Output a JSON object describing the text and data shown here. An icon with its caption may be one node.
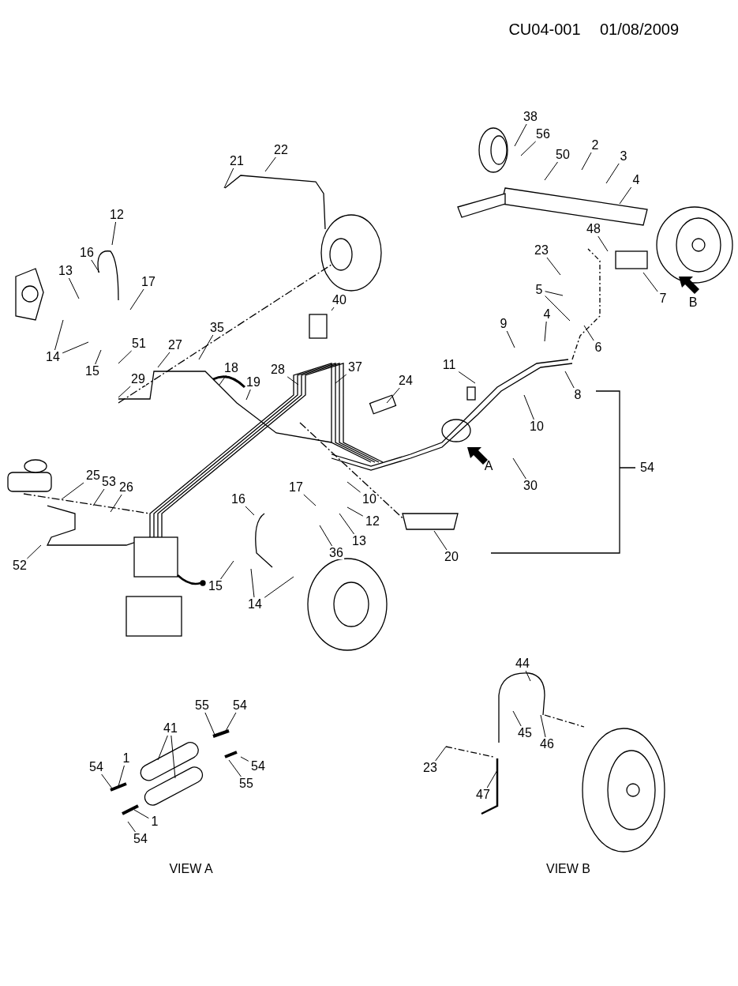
{
  "diagram": {
    "nodes": [
      {
        "text": [
          "38"
        ]
      },
      {
        "text": [
          "56"
        ]
      },
      {
        "text": [
          "50"
        ]
      },
      {
        "text": [
          "2"
        ]
      },
      {
        "text": [
          "3"
        ]
      },
      {
        "text": [
          "4"
        ]
      },
      {
        "text": [
          "21"
        ]
      },
      {
        "text": [
          "22"
        ]
      },
      {
        "text": [
          "12"
        ]
      },
      {
        "text": [
          "16"
        ]
      },
      {
        "text": [
          "13"
        ]
      },
      {
        "text": [
          "17"
        ]
      },
      {
        "text": [
          "14"
        ]
      },
      {
        "text": [
          "15"
        ]
      },
      {
        "text": [
          "51"
        ]
      },
      {
        "text": [
          "27"
        ]
      },
      {
        "text": [
          "35"
        ]
      },
      {
        "text": [
          "29"
        ]
      },
      {
        "text": [
          "18"
        ]
      },
      {
        "text": [
          "19"
        ]
      },
      {
        "text": [
          "40"
        ]
      },
      {
        "text": [
          "28"
        ]
      },
      {
        "text": [
          "37"
        ]
      },
      {
        "text": [
          "24"
        ]
      },
      {
        "text": [
          "48"
        ]
      },
      {
        "text": [
          "23"
        ]
      },
      {
        "text": [
          "5"
        ]
      },
      {
        "text": [
          "9"
        ]
      },
      {
        "text": [
          "4"
        ]
      },
      {
        "text": [
          "6"
        ]
      },
      {
        "text": [
          "7"
        ]
      },
      {
        "text": [
          "11"
        ]
      },
      {
        "text": [
          "8"
        ]
      },
      {
        "text": [
          "10"
        ]
      },
      {
        "text": [
          "30"
        ]
      },
      {
        "text": [
          "10"
        ]
      },
      {
        "text": [
          "17"
        ]
      },
      {
        "text": [
          "12"
        ]
      },
      {
        "text": [
          "13"
        ]
      },
      {
        "text": [
          "36"
        ]
      },
      {
        "text": [
          "16"
        ]
      },
      {
        "text": [
          "20"
        ]
      },
      {
        "text": [
          "25"
        ]
      },
      {
        "text": [
          "53"
        ]
      },
      {
        "text": [
          "26"
        ]
      },
      {
        "text": [
          "52"
        ]
      },
      {
        "text": [
          "15"
        ]
      },
      {
        "text": [
          "14"
        ]
      },
      {
        "text": [
          "44"
        ]
      },
      {
        "text": [
          "45"
        ]
      },
      {
        "text": [
          "46"
        ]
      },
      {
        "text": [
          "23"
        ]
      },
      {
        "text": [
          "47"
        ]
      },
      {
        "text": [
          "55"
        ]
      },
      {
        "text": [
          "54"
        ]
      },
      {
        "text": [
          "41"
        ]
      },
      {
        "text": [
          "1"
        ]
      },
      {
        "text": [
          "54"
        ]
      },
      {
        "text": [
          "54"
        ]
      },
      {
        "text": [
          "55"
        ]
      },
      {
        "text": [
          "1"
        ]
      },
      {
        "text": [
          "54"
        ]
      }
    ],
    "edges": [
      {
        "from": 0,
        "to": null,
        "arrow": "none"
      },
      {
        "from": 1,
        "to": null,
        "arrow": "none"
      },
      {
        "from": 2,
        "to": null,
        "arrow": "none"
      },
      {
        "from": 3,
        "to": null,
        "arrow": "none"
      },
      {
        "from": 4,
        "to": null,
        "arrow": "none"
      },
      {
        "from": 5,
        "to": null,
        "arrow": "none"
      },
      {
        "from": 6,
        "to": null,
        "arrow": "none"
      },
      {
        "from": 7,
        "to": null,
        "arrow": "none"
      },
      {
        "from": 8,
        "to": null,
        "arrow": "none"
      },
      {
        "from": 9,
        "to": null,
        "arrow": "none"
      },
      {
        "from": 10,
        "to": null,
        "arrow": "none"
      },
      {
        "from": 11,
        "to": null,
        "arrow": "none"
      },
      {
        "from": 12,
        "to": null,
        "arrow": "none"
      },
      {
        "from": 13,
        "to": null,
        "arrow": "none"
      },
      {
        "from": 14,
        "to": null,
        "arrow": "none"
      },
      {
        "from": 15,
        "to": null,
        "arrow": "none"
      },
      {
        "from": 16,
        "to": null,
        "arrow": "none"
      },
      {
        "from": 17,
        "to": null,
        "arrow": "none"
      },
      {
        "from": 18,
        "to": null,
        "arrow": "none"
      },
      {
        "from": 19,
        "to": null,
        "arrow": "none"
      },
      {
        "from": 20,
        "to": null,
        "arrow": "none"
      },
      {
        "from": 21,
        "to": null,
        "arrow": "none"
      },
      {
        "from": 22,
        "to": null,
        "arrow": "none"
      },
      {
        "from": 23,
        "to": null,
        "arrow": "none"
      },
      {
        "from": 24,
        "to": null,
        "arrow": "none"
      },
      {
        "from": 25,
        "to": null,
        "arrow": "none"
      },
      {
        "from": 26,
        "to": null,
        "arrow": "none"
      },
      {
        "from": 27,
        "to": null,
        "arrow": "none"
      },
      {
        "from": 28,
        "to": null,
        "arrow": "none"
      },
      {
        "from": 29,
        "to": null,
        "arrow": "none"
      },
      {
        "from": 30,
        "to": null,
        "arrow": "none"
      },
      {
        "from": 31,
        "to": null,
        "arrow": "none"
      },
      {
        "from": 32,
        "to": null,
        "arrow": "none"
      },
      {
        "from": 33,
        "to": null,
        "arrow": "none"
      },
      {
        "from": 34,
        "to": null,
        "arrow": "none"
      },
      {
        "from": 35,
        "to": null,
        "arrow": "none"
      },
      {
        "from": 36,
        "to": null,
        "arrow": "none"
      },
      {
        "from": 37,
        "to": null,
        "arrow": "none"
      },
      {
        "from": 38,
        "to": null,
        "arrow": "none"
      },
      {
        "from": 39,
        "to": null,
        "arrow": "none"
      },
      {
        "from": 40,
        "to": null,
        "arrow": "none"
      },
      {
        "from": 41,
        "to": null,
        "arrow": "none"
      },
      {
        "from": 42,
        "to": null,
        "arrow": "none"
      },
      {
        "from": 43,
        "to": null,
        "arrow": "none"
      },
      {
        "from": 44,
        "to": null,
        "arrow": "none"
      },
      {
        "from": 45,
        "to": null,
        "arrow": "none"
      },
      {
        "from": 46,
        "to": null,
        "arrow": "none"
      },
      {
        "from": 47,
        "to": null,
        "arrow": "none"
      },
      {
        "from": 48,
        "to": null,
        "arrow": "none"
      },
      {
        "from": 49,
        "to": null,
        "arrow": "none"
      },
      {
        "from": 50,
        "to": null,
        "arrow": "none"
      },
      {
        "from": 51,
        "to": null,
        "arrow": "none"
      },
      {
        "from": 52,
        "to": null,
        "arrow": "none"
      },
      {
        "from": 53,
        "to": null,
        "arrow": "none"
      },
      {
        "from": 54,
        "to": null,
        "arrow": "none"
      },
      {
        "from": 55,
        "to": null,
        "arrow": "none"
      },
      {
        "from": 56,
        "to": null,
        "arrow": "none"
      },
      {
        "from": 57,
        "to": null,
        "arrow": "none"
      },
      {
        "from": 58,
        "to": null,
        "arrow": "none"
      },
      {
        "from": 59,
        "to": null,
        "arrow": "none"
      },
      {
        "from": 60,
        "to": null,
        "arrow": "none"
      },
      {
        "from": 61,
        "to": null,
        "arrow": "none"
      },
      {
        "from": 12,
        "to": null,
        "arrow": "none"
      },
      {
        "from": 26,
        "to": null,
        "arrow": "none"
      },
      {
        "from": 47,
        "to": null,
        "arrow": "none"
      },
      {
        "from": 55,
        "to": null,
        "arrow": "none"
      }
    ],
    "labels": [
      "CU04-001",
      "01/08/2009",
      "B",
      "54",
      "A",
      "VIEW A",
      "VIEW B"
    ]
  }
}
